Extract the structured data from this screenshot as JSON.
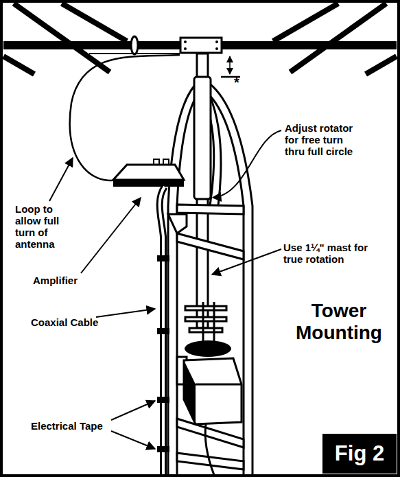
{
  "diagram": {
    "title": "Tower Mounting",
    "nodes": [
      {
        "text": [
          "Fig 2"
        ]
      }
    ],
    "labels": [
      "*",
      "Adjust rotator for free turn thru full circle",
      "Loop to allow full turn of antenna",
      "Use 1¼\" mast for true rotation",
      "Amplifier",
      "Coaxial Cable",
      "Electrical Tape"
    ]
  }
}
